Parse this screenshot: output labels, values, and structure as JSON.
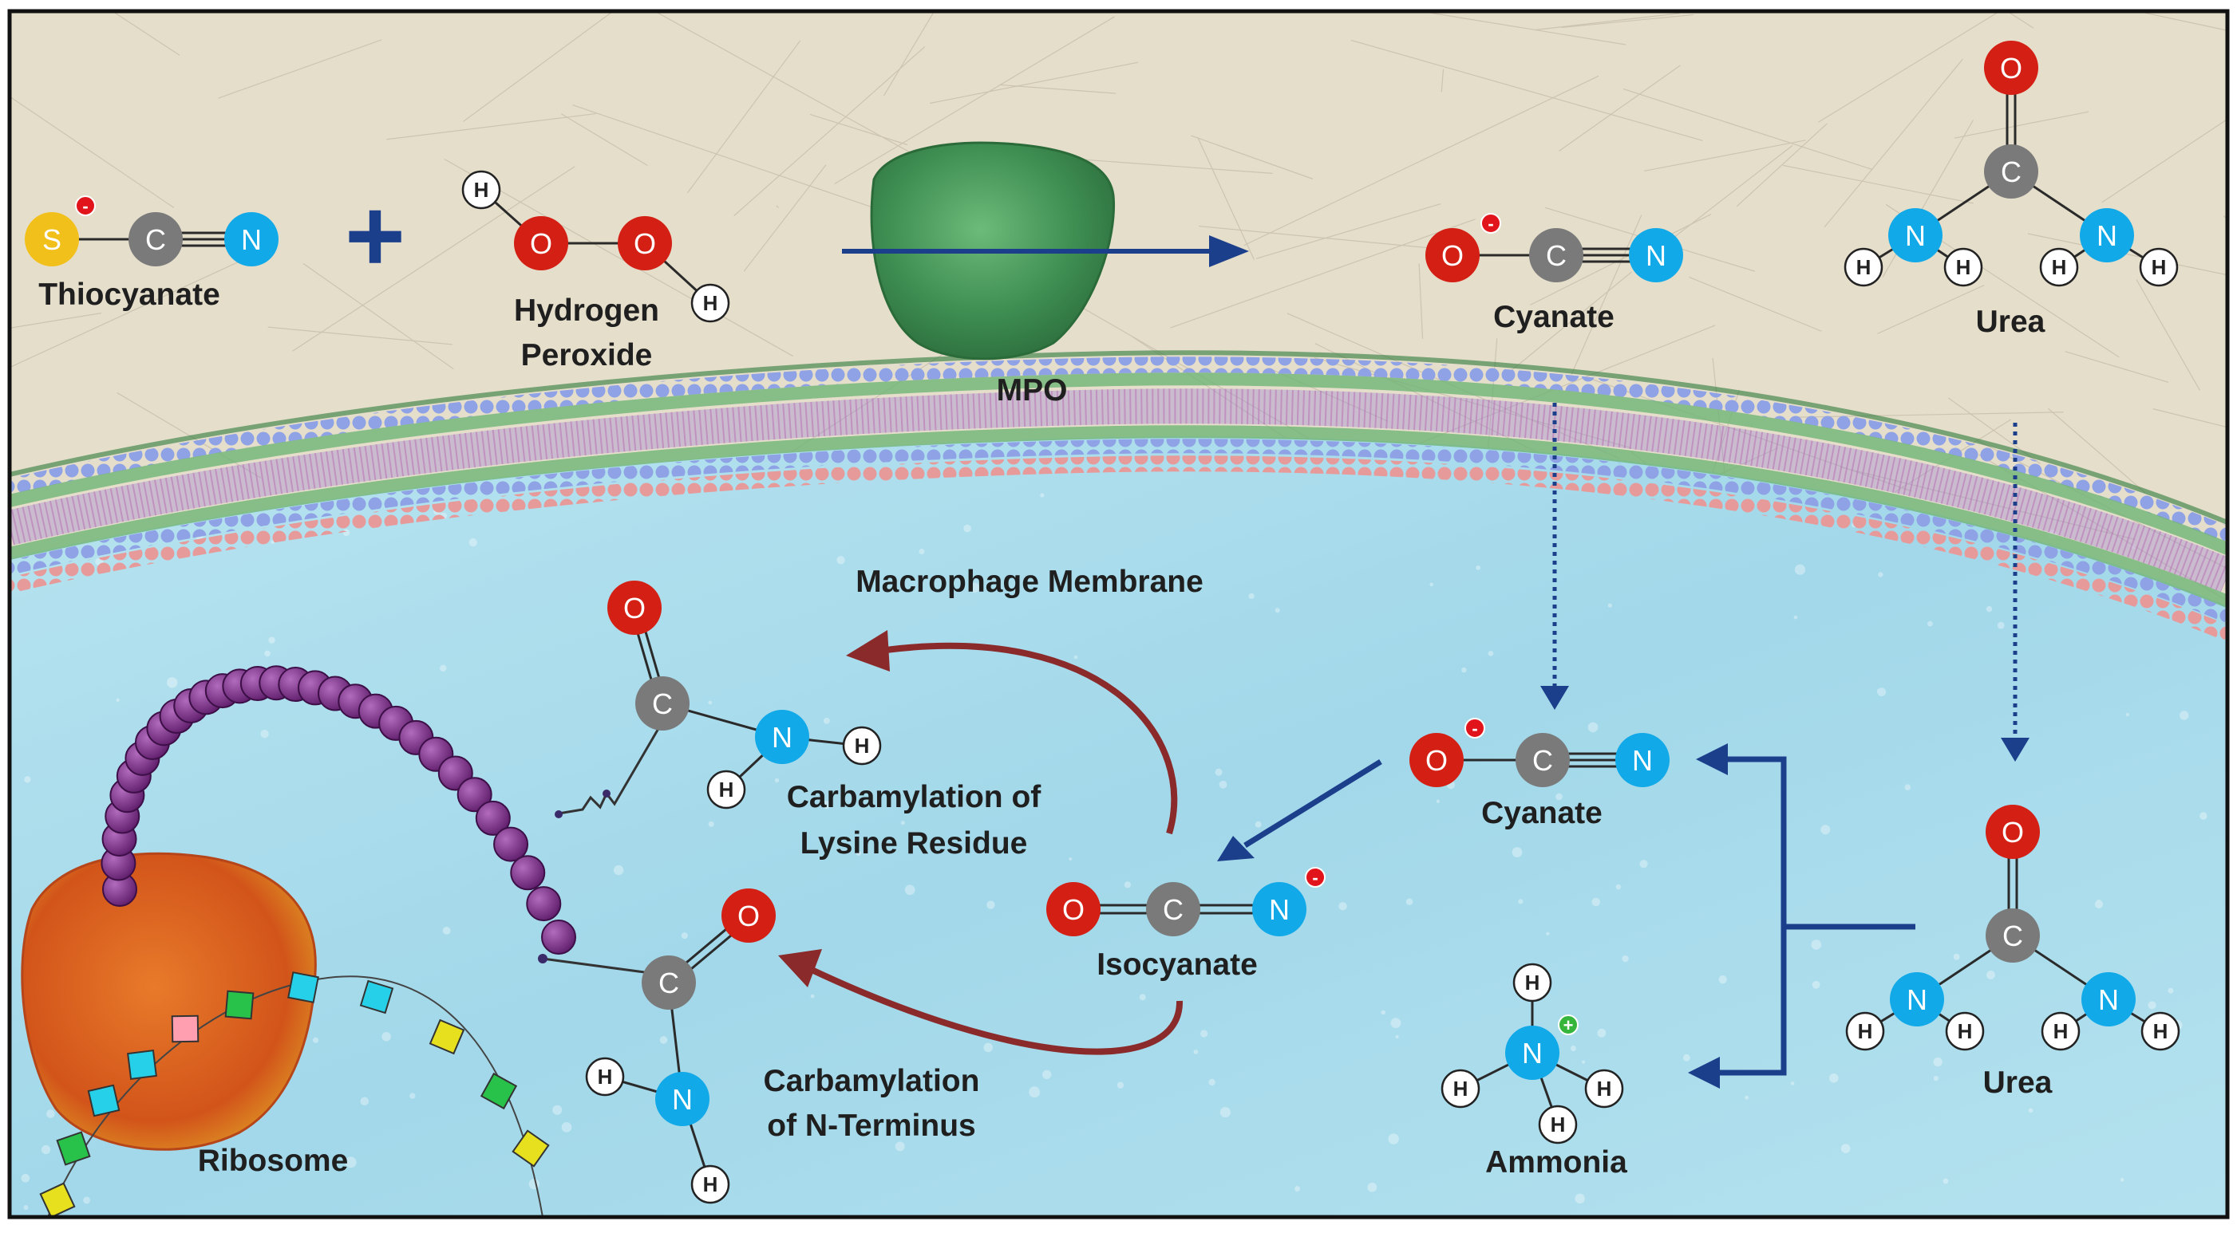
{
  "labels": {
    "thiocyanate": "Thiocyanate",
    "hydrogen": "Hydrogen",
    "peroxide": "Peroxide",
    "mpo": "MPO",
    "cyanate_top": "Cyanate",
    "urea_top": "Urea",
    "membrane": "Macrophage Membrane",
    "carb_lysine_1": "Carbamylation of",
    "carb_lysine_2": "Lysine Residue",
    "cyanate_inside": "Cyanate",
    "isocyanate": "Isocyanate",
    "carb_nterm_1": "Carbamylation",
    "carb_nterm_2": "of N-Terminus",
    "ammonia": "Ammonia",
    "urea_inside": "Urea",
    "ribosome": "Ribosome"
  },
  "atoms": {
    "s": "S",
    "c": "C",
    "n": "N",
    "o": "O",
    "h": "H",
    "plus": "+",
    "minus": "-",
    "cation": "+"
  },
  "colors": {
    "sulfur": "#f2c01a",
    "carbon": "#7a7a7a",
    "nitrogen": "#12a9e8",
    "oxygen": "#d41f14",
    "hydrogen": "#ffffff",
    "arrow_blue": "#1c3f8c",
    "arrow_red": "#8a2a2a",
    "charge_red": "#e0141a",
    "charge_green": "#35b53c",
    "peptide": "#7b2d86",
    "ribosome": "#d8601c",
    "outside_bg": "#e6dfcd",
    "inside_bg": "#a6dcec"
  }
}
